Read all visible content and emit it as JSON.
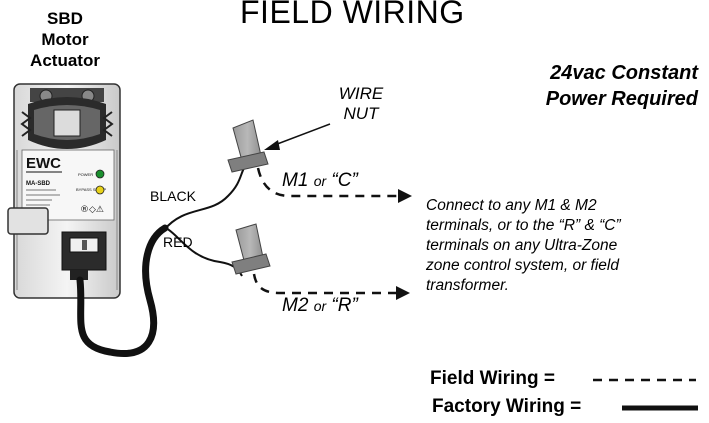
{
  "title": "FIELD WIRING",
  "actuator": {
    "label_lines": [
      "SBD",
      "Motor",
      "Actuator"
    ],
    "brand": "EWC",
    "model": "MA-SBD",
    "led_power": "POWER",
    "led_bypass": "BYPASS SETUP",
    "led_power_color": "#1a8f2e",
    "led_bypass_color": "#e8d21a"
  },
  "power_note_lines": [
    "24vac Constant",
    "Power Required"
  ],
  "wire_nut_lines": [
    "WIRE",
    "NUT"
  ],
  "wires": {
    "black_label": "BLACK",
    "red_label": "RED"
  },
  "terminals": {
    "m1": {
      "main": "M1",
      "or": "or",
      "alt": "“C”"
    },
    "m2": {
      "main": "M2",
      "or": "or",
      "alt": "“R”"
    }
  },
  "connect_note_lines": [
    "Connect to any M1 & M2",
    "terminals, or to the “R” & “C”",
    "terminals on any Ultra-Zone",
    "zone control system, or field",
    "transformer."
  ],
  "legend": {
    "field": "Field Wiring =",
    "factory": "Factory Wiring ="
  }
}
